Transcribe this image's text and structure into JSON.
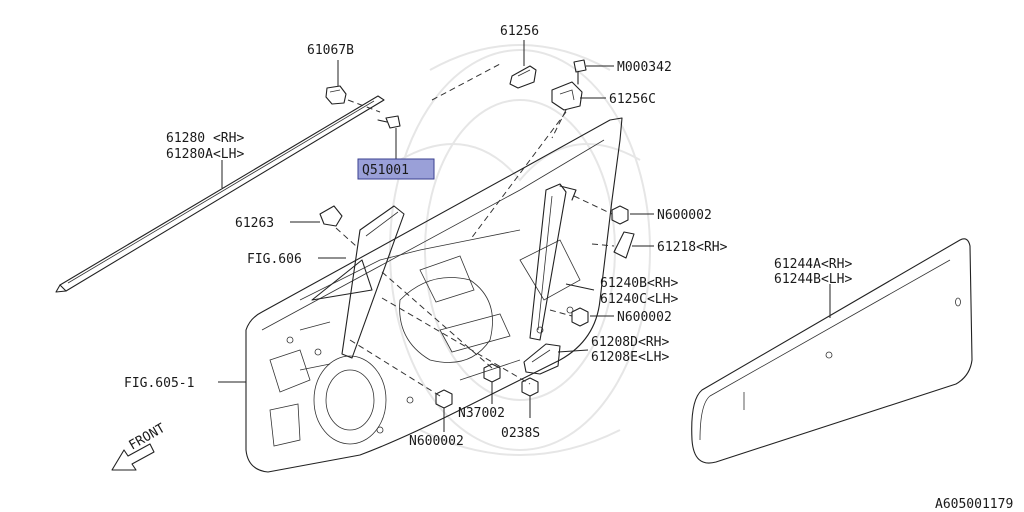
{
  "diagram": {
    "image_code": "A605001179",
    "front_label": "FRONT",
    "highlight_fill": "#9aa0d8",
    "highlight_stroke": "#3a3f8f",
    "labels": {
      "p61067b": "61067B",
      "p61256": "61256",
      "m000342": "M000342",
      "p61256c": "61256C",
      "p61280_rh": "61280 <RH>",
      "p61280a_lh": "61280A<LH>",
      "q51001": "Q51001",
      "p61263": "61263",
      "fig606": "FIG.606",
      "n600002_a": "N600002",
      "p61218_rh": "61218<RH>",
      "p61240b_rh": "61240B<RH>",
      "p61240c_lh": "61240C<LH>",
      "n600002_b": "N600002",
      "p61208d_rh": "61208D<RH>",
      "p61208e_lh": "61208E<LH>",
      "fig605": "FIG.605-1",
      "n37002": "N37002",
      "p0238s": "0238S",
      "n600002_c": "N600002",
      "p61244a_rh": "61244A<RH>",
      "p61244b_lh": "61244B<LH>"
    }
  }
}
